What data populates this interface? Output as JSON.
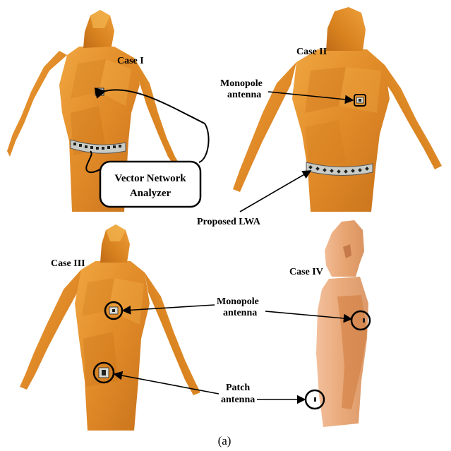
{
  "labels": {
    "case1": "Case I",
    "case2": "Case II",
    "case3": "Case III",
    "case4": "Case IV",
    "monopole_line1": "Monopole",
    "monopole_line2": "antenna",
    "vna_line1": "Vector Network",
    "vna_line2": "Analyzer",
    "proposed_lwa": "Proposed LWA",
    "patch_line1": "Patch",
    "patch_line2": "antenna",
    "caption": "(a)"
  },
  "colors": {
    "body_orange": "#e6922e",
    "body_dark": "#c2701b",
    "body_highlight": "#f2b24a",
    "body_translucent": "#e9a06a",
    "belt": "#c9ccc6"
  }
}
